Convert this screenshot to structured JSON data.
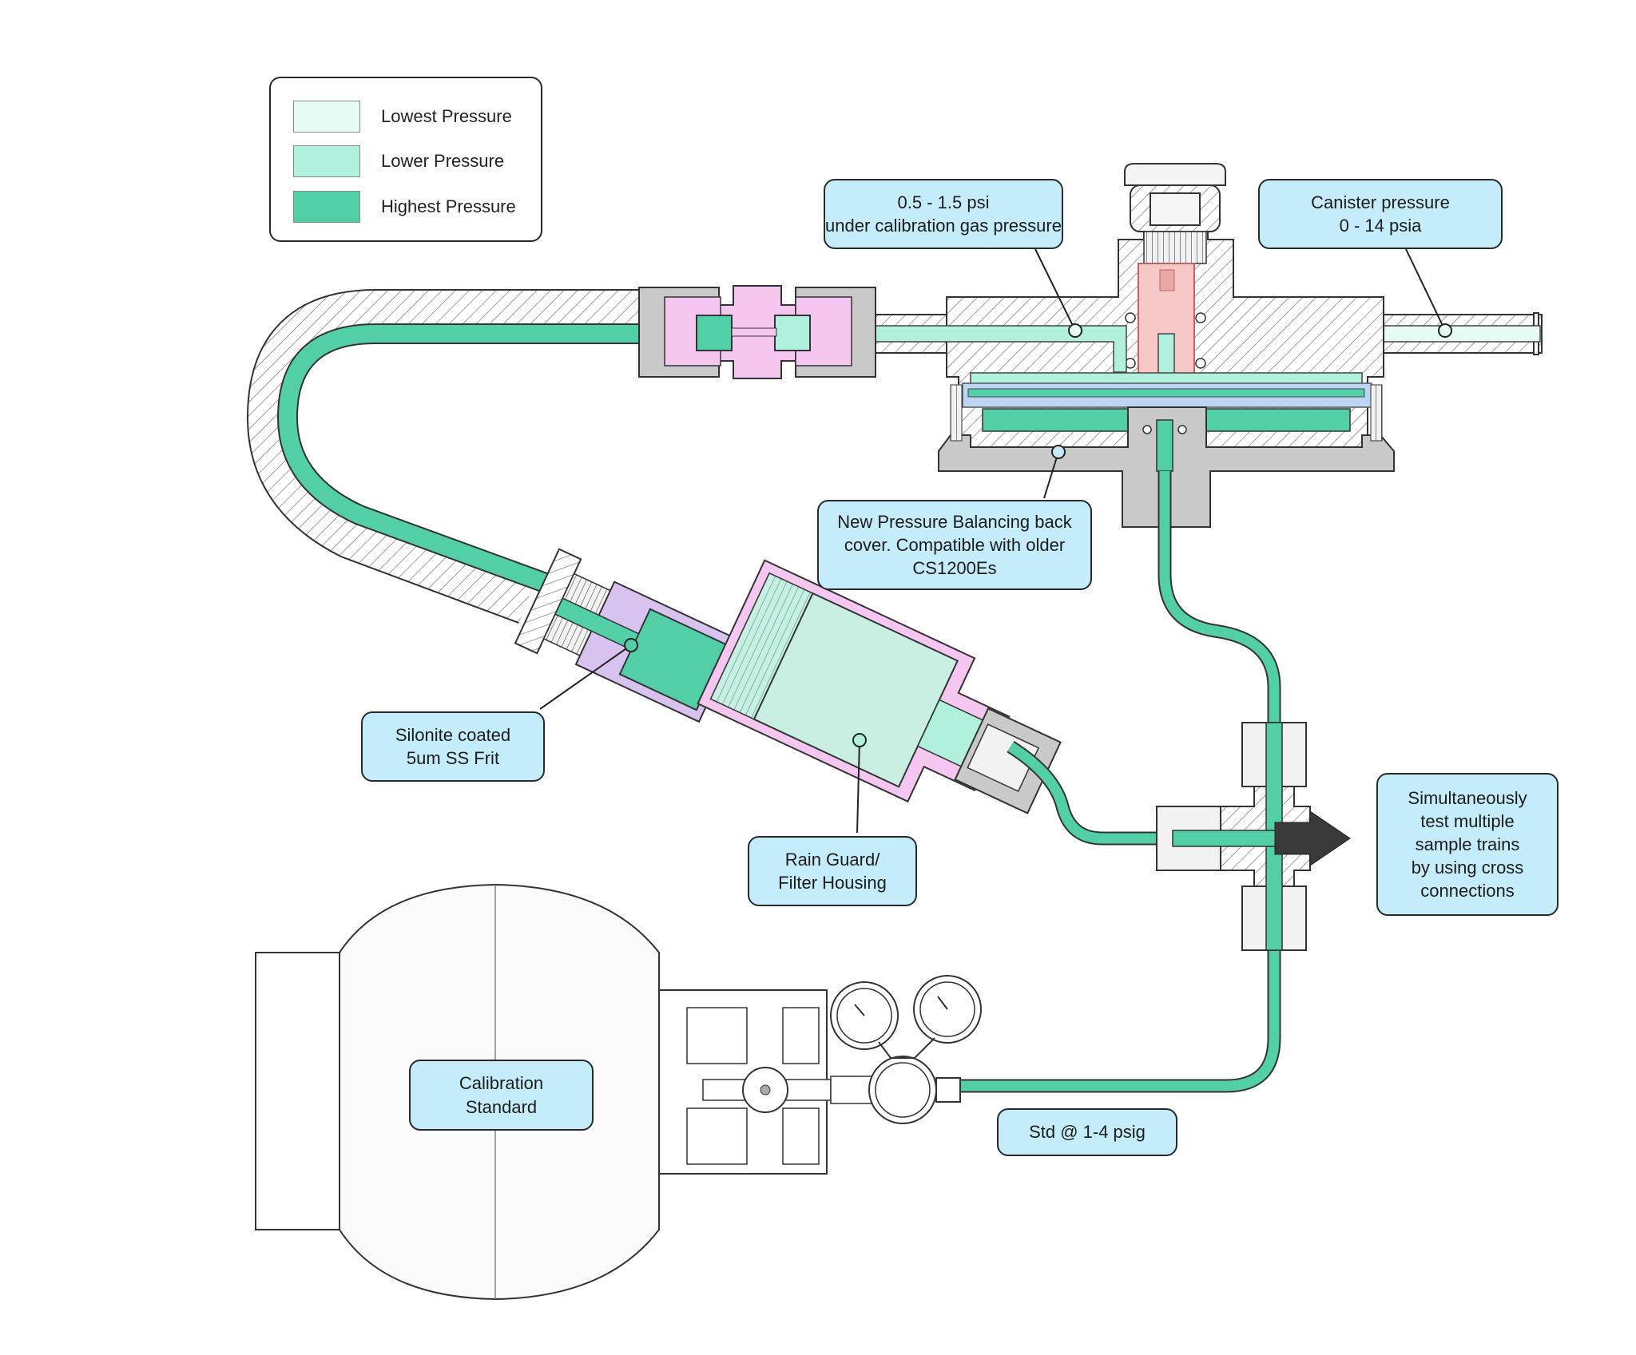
{
  "colors": {
    "lowest": "#e6fbf4",
    "lower": "#b0f0dc",
    "highest": "#53cfa8",
    "callout_fill": "#c5ecfb",
    "fitting_pink": "#f4c6f0",
    "frit_purple": "#d8c2f0",
    "valve_red": "#f8c8c8",
    "housing_gray": "#c9c9c9",
    "arrow_dark": "#3a3a3a"
  },
  "legend": {
    "items": [
      {
        "label": "Lowest Pressure",
        "color": "#e6fbf4"
      },
      {
        "label": "Lower Pressure",
        "color": "#b0f0dc"
      },
      {
        "label": "Highest Pressure",
        "color": "#53cfa8"
      }
    ]
  },
  "callouts": {
    "calib_gas_pressure": "0.5 - 1.5 psi\nunder calibration gas pressure",
    "canister_pressure": "Canister pressure\n0 - 14 psia",
    "back_cover": "New Pressure Balancing back\ncover. Compatible with older\nCS1200Es",
    "frit": "Silonite coated\n5um SS Frit",
    "rain_guard": "Rain Guard/\nFilter Housing",
    "cross_connections": "Simultaneously\ntest multiple\nsample trains\nby using cross\nconnections",
    "calibration_standard": "Calibration\nStandard",
    "std_pressure": "Std @ 1-4 psig"
  }
}
